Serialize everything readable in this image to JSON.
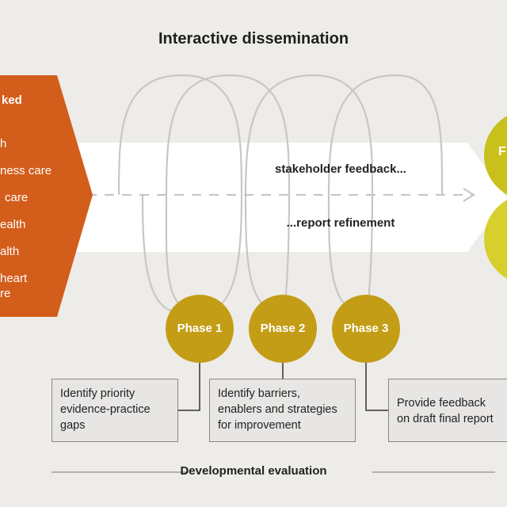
{
  "title": "Interactive dissemination",
  "band": {
    "top_text": "stakeholder feedback...",
    "bottom_text": "...report refinement"
  },
  "left_panel": {
    "heading": "ked",
    "items": [
      "h",
      "ness care",
      "care",
      "ealth",
      "alth",
      "heart",
      "re"
    ]
  },
  "right_circle_label": "F",
  "phases": [
    {
      "label": "Phase 1",
      "box_text": "Identify priority\nevidence-practice\ngaps"
    },
    {
      "label": "Phase 2",
      "box_text": "Identify barriers,\nenablers and strategies\nfor improvement"
    },
    {
      "label": "Phase 3",
      "box_text": "Provide feedback\non draft final report"
    }
  ],
  "footer": "Developmental evaluation",
  "colors": {
    "background": "#eeece9",
    "orange": "#d35d1a",
    "phase_gold": "#c39d16",
    "final_yellow": "#c9c01c",
    "band": "#ffffff",
    "loop_stroke": "#cac8c4"
  }
}
